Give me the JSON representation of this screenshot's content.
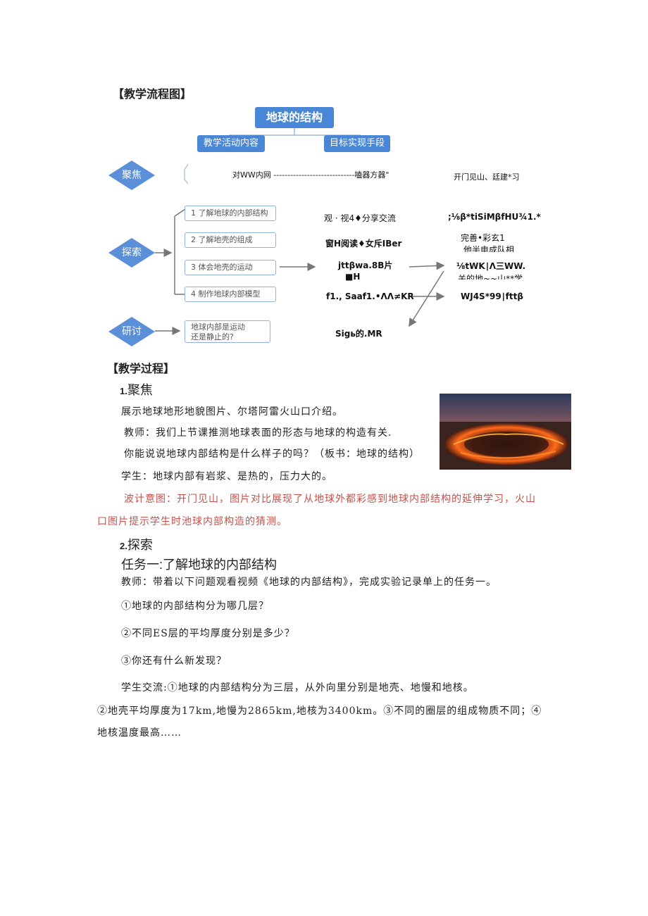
{
  "sections": {
    "flow_title": "【教学流程图】",
    "process_title": "【教学过程】"
  },
  "flowchart": {
    "main_title": "地球的结构",
    "col1_header": "教学活动内容",
    "col2_header": "目标实现手段",
    "phase_focus": "聚焦",
    "phase_explore": "探索",
    "phase_discuss": "研讨",
    "focus_line": "对WW内网 -----------------------------嗑器方器\"",
    "focus_right": "开门见山、廷建*习",
    "steps": [
      "1 了解地球的内部结构",
      "2 了解地壳的组成",
      "3 体会地壳的运动",
      "4 制作地球内部模型"
    ],
    "discuss_box": [
      "地球内部是运动",
      "还是静止的?"
    ],
    "mid_texts": [
      "观 · 视4♦分享交流",
      "窗H阅读♦女斥IBer",
      "jttβwa.8B片",
      "■H",
      "f1., Saaf1.•ΛΛ≠KR",
      "Sigь的.MR"
    ],
    "right_texts": [
      ";⅛β*tiSiMβfHU¾1.*",
      "完善•彩玄1",
      "他半电成队相",
      "⅛tWK∣Λ三WW.",
      "关的地~~山**学",
      "WJ4S*99∣fttβ"
    ]
  },
  "focus": {
    "heading_num": "1.",
    "heading": "聚焦",
    "p1": "展示地球地形地貌图片、尔塔阿雷火山口介绍。",
    "p2": "教师：我们上节课推测地球表面的形态与地球的构造有关.",
    "p3": "你能说说地球内部结构是什么样子的吗？（板书：地球的结构）",
    "p4": "学生：地球内部有岩浆、是热的，压力大的。",
    "design_1": "波计意图：开门见山，图片对比展现了从地球外都彩感到地球内部结构的延伸学习，火山",
    "design_2": "口图片提示学生时池球内部构造的猜测。"
  },
  "explore": {
    "heading_num": "2.",
    "heading": "探索",
    "task": "任务一:了解地球的内部结构",
    "p1": "教师：带着以下问题观看视频《地球的内部结构》，完成实验记录单上的任务一。",
    "q1": "①地球的内部结构分为哪几层？",
    "q2": "②不同ES层的平均厚度分别是多少？",
    "q3": "③你还有什么新发现？",
    "s1": "学生交流:①地球的内部结构分为三层，从外向里分别是地壳、地慢和地核。",
    "s2": "②地壳平均厚度为17km,地慢为2865km,地核为3400km。③不同的圈层的组成物质不同；④",
    "s3": "地核温度最高……"
  },
  "colors": {
    "accent_blue": "#4a86d6",
    "design_red": "#c8504a"
  },
  "image": {
    "subject": "volcano-crater-photo"
  }
}
